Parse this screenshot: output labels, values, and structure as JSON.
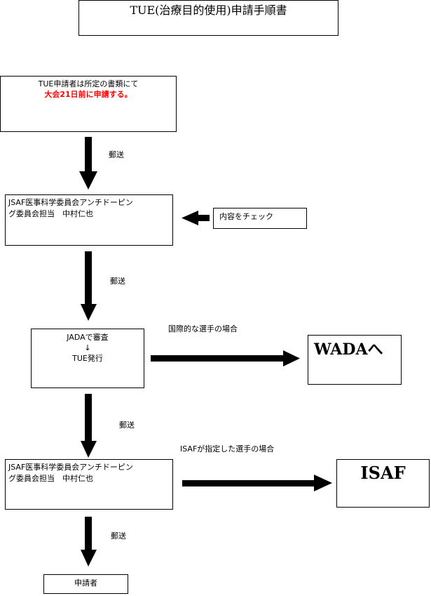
{
  "title": "TUE(治療目的使用)申請手順書",
  "steps": {
    "applicant_submit": {
      "line1": "TUE申請者は所定の書類にて",
      "line2_highlight": "大会21日前に申請する。"
    },
    "jsaf_committee_1": {
      "line1": "JSAF医事科学委員会アンチドーピン",
      "line2": "グ委員会担当　中村仁也"
    },
    "check_note": "内容をチェック",
    "jada_review": {
      "line1": "JADAで審査",
      "line2": "↓",
      "line3": "TUE発行"
    },
    "wada": "WADAへ",
    "jsaf_committee_2": {
      "line1": "JSAF医事科学委員会アンチドーピン",
      "line2": "グ委員会担当　中村仁也"
    },
    "isaf": "ISAF",
    "applicant_final": "申請者"
  },
  "edge_labels": {
    "mail_1": "郵送",
    "mail_2": "郵送",
    "mail_3": "郵送",
    "mail_4": "郵送",
    "international": "国際的な選手の場合",
    "isaf_designated": "ISAFが指定した選手の場合"
  },
  "colors": {
    "highlight": "#ff0000",
    "line": "#000000"
  }
}
